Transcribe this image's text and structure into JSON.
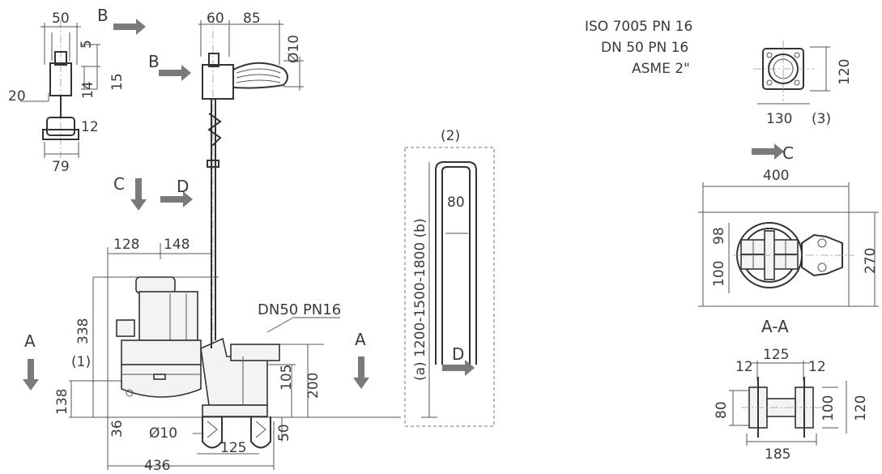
{
  "detail_b": {
    "dim_top": "50",
    "dim_5": "5",
    "dim_15": "15",
    "dim_14": "14",
    "dim_20": "20",
    "dim_12": "12",
    "dim_79": "79"
  },
  "rail": {
    "dim_60": "60",
    "dim_85": "85",
    "dim_dia10": "Ø10"
  },
  "section_letters": {
    "b1": "B",
    "b2": "B",
    "c1": "C",
    "d1": "D",
    "a_left": "A",
    "a_right": "A",
    "d2": "D",
    "c2": "C"
  },
  "pump": {
    "dim_128": "128",
    "dim_148": "148",
    "dim_338": "338",
    "note_1": "(1)",
    "dim_138": "138",
    "dim_36": "36",
    "dim_dia10": "Ø10",
    "dim_125": "125",
    "dim_50": "50",
    "dim_436": "436",
    "dim_105": "105",
    "dim_200": "200",
    "flange_label": "DN50 PN16"
  },
  "pipe": {
    "note_2": "(2)",
    "dim_80": "80",
    "height_label": "(a) 1200-1500-1800 (b)"
  },
  "flange_spec": {
    "line1": "ISO 7005 PN 16",
    "line2": "DN 50 PN 16",
    "line3": "ASME 2\""
  },
  "flange_view": {
    "dim_120": "120",
    "dim_130": "130",
    "note_3": "(3)"
  },
  "plan_view": {
    "dim_400": "400",
    "dim_98": "98",
    "dim_100": "100",
    "dim_270": "270"
  },
  "section_aa": {
    "title": "A-A",
    "dim_125": "125",
    "dim_12a": "12",
    "dim_12b": "12",
    "dim_80": "80",
    "dim_100": "100",
    "dim_120": "120",
    "dim_185": "185"
  }
}
